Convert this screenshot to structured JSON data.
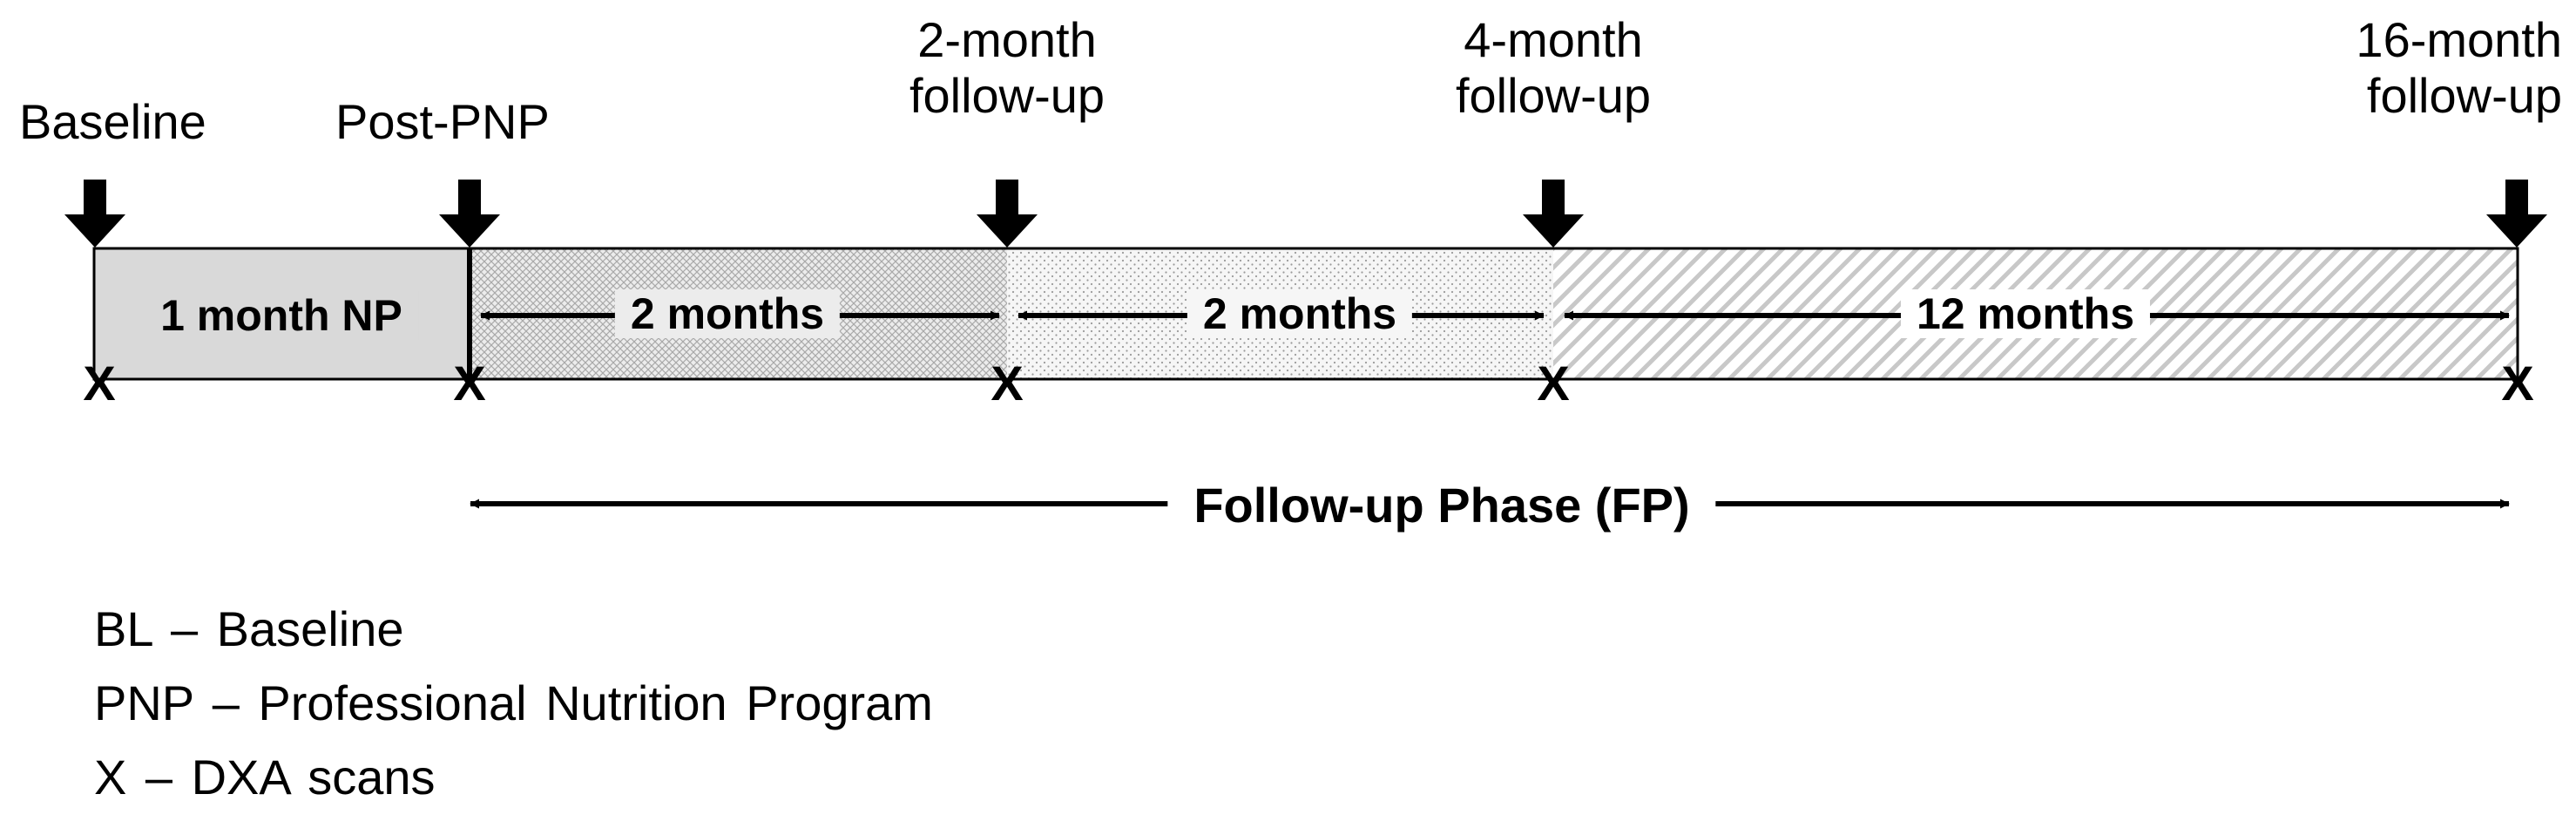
{
  "milestones": [
    {
      "label": "Baseline"
    },
    {
      "label": "Post-PNP"
    },
    {
      "line1": "2-month",
      "line2": "follow-up"
    },
    {
      "line1": "4-month",
      "line2": "follow-up"
    },
    {
      "line1": "16-month",
      "line2": "follow-up"
    }
  ],
  "segments": [
    {
      "label": "1 month NP",
      "fill": "#d9d9d9"
    },
    {
      "label": "2 months",
      "fill": "crosshatch"
    },
    {
      "label": "2 months",
      "fill": "dots"
    },
    {
      "label": "12 months",
      "fill": "diagonal"
    }
  ],
  "scan_marker": "X",
  "phase": {
    "label": "Follow-up Phase (FP)"
  },
  "legend": [
    {
      "text": "BL – Baseline"
    },
    {
      "text": "PNP – Professional Nutrition Program"
    },
    {
      "text": "X – DXA  scans"
    }
  ]
}
